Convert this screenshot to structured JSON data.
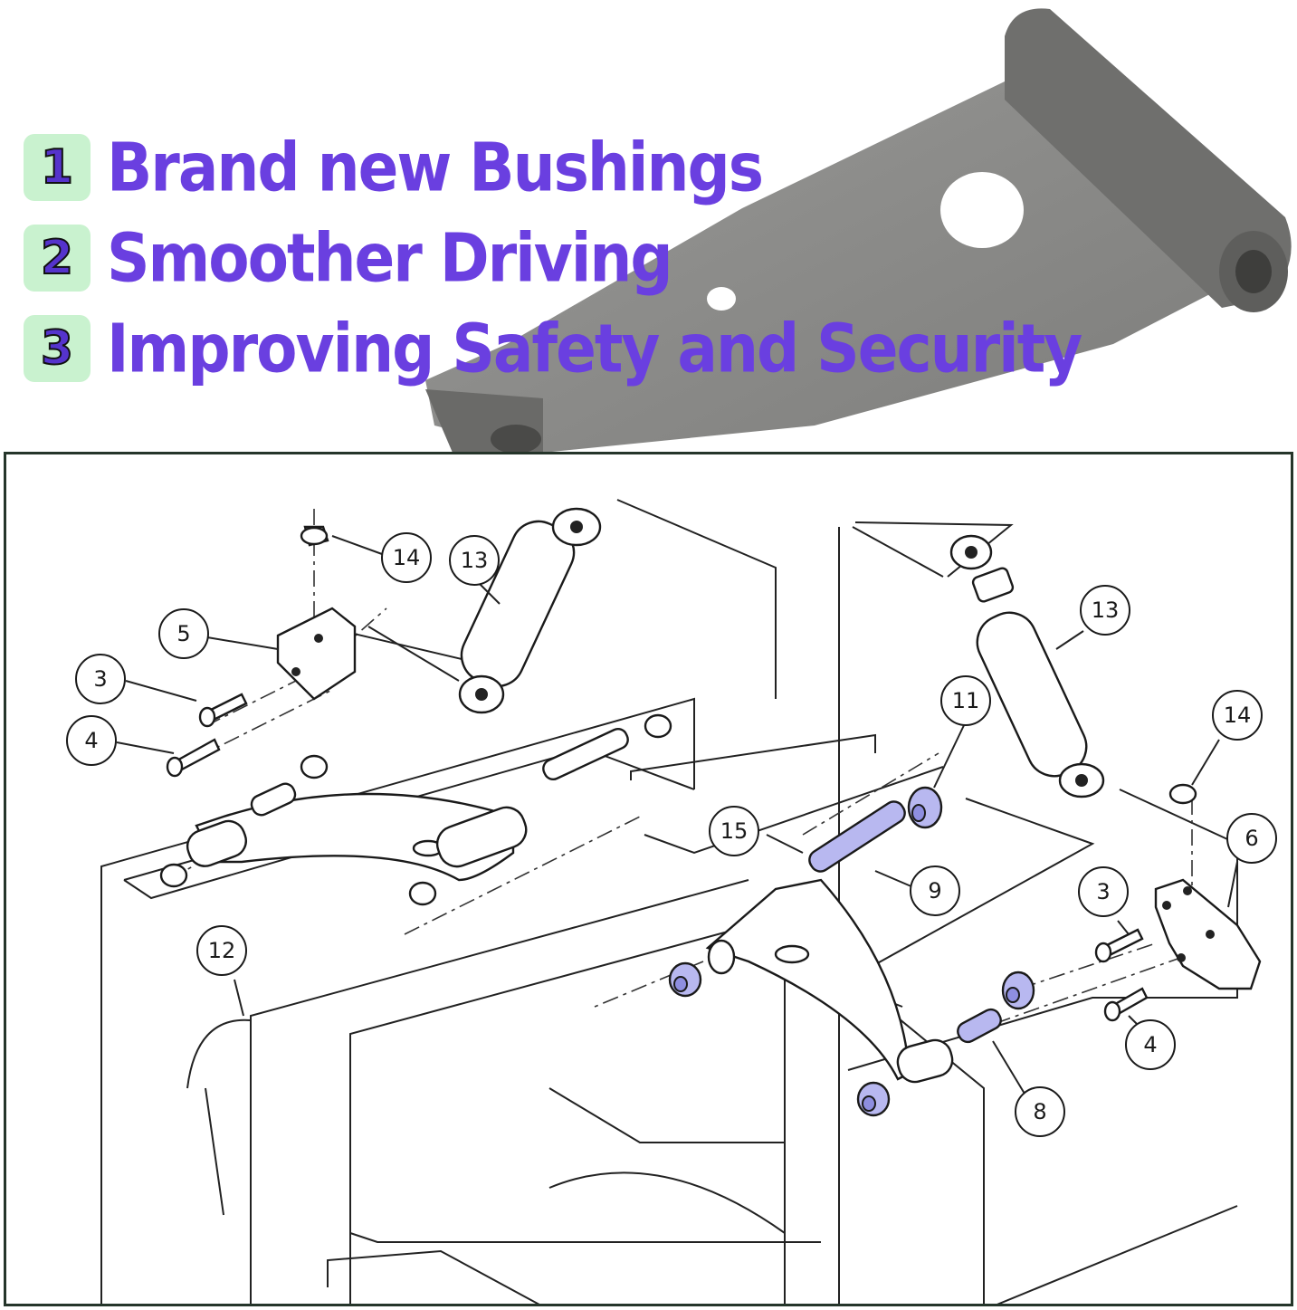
{
  "features": [
    {
      "number": "1",
      "text": "Brand new Bushings"
    },
    {
      "number": "2",
      "text": "Smoother Driving"
    },
    {
      "number": "3",
      "text": "Improving Safety and Security"
    }
  ],
  "callouts": {
    "c14a": "14",
    "c13a": "13",
    "c5": "5",
    "c3a": "3",
    "c4a": "4",
    "c12": "12",
    "c13b": "13",
    "c11": "11",
    "c14b": "14",
    "c15": "15",
    "c9": "9",
    "c6": "6",
    "c3b": "3",
    "c4b": "4",
    "c8": "8"
  },
  "colors": {
    "feature_text": "#6a3fe0",
    "badge_bg": "#c9f2cf",
    "bushing_highlight": "#b8b8f0",
    "frame_border": "#25352a",
    "arm_photo": "#8a8a88"
  }
}
